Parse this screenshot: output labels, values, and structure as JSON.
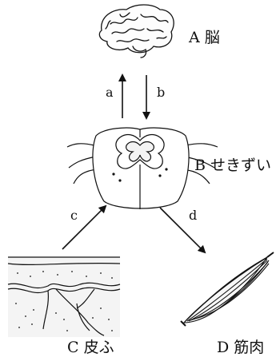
{
  "labels": {
    "brain": "A 脳",
    "spinal_cord": "B せきずい",
    "skin": "C 皮ふ",
    "muscle": "D 筋肉"
  },
  "arrows": {
    "a": "a",
    "b": "b",
    "c": "c",
    "d": "d"
  }
}
